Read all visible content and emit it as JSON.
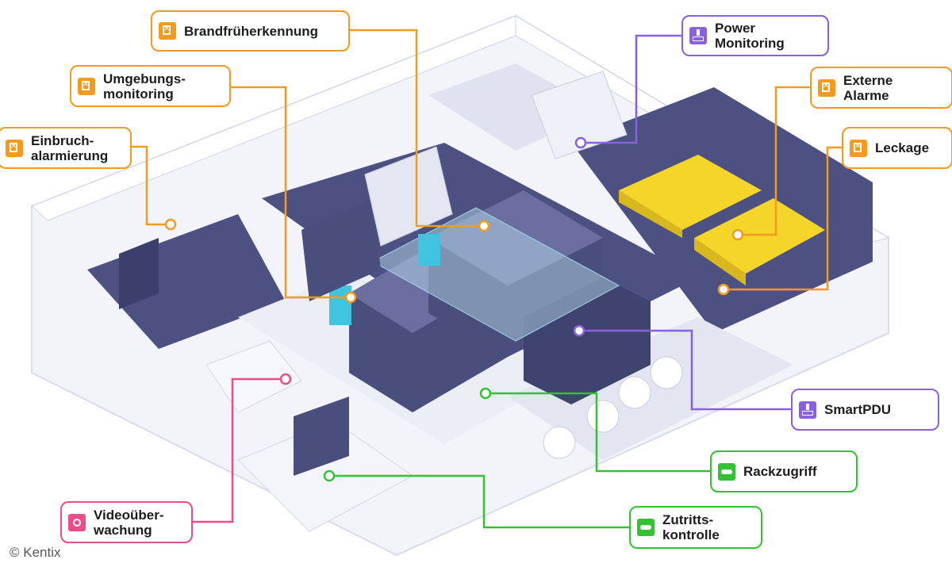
{
  "colors": {
    "fire": "#f39a1f",
    "power": "#8a5fe0",
    "access": "#33c234",
    "video": "#ee4b8a",
    "floor": "#e9ecf5",
    "wall": "#ffffff",
    "rack": "#4a4e7d",
    "dark_floor": "#4d5182",
    "generator": "#f6d52b"
  },
  "callouts": [
    {
      "id": "brand",
      "label": "Brandfrüherkennung",
      "category": "fire",
      "icon": "sensor-icon"
    },
    {
      "id": "umgebung",
      "label": "Umgebungs-\nmonitoring",
      "category": "fire",
      "icon": "sensor-icon"
    },
    {
      "id": "einbruch",
      "label": "Einbruch-\nalarmierung",
      "category": "fire",
      "icon": "sensor-icon"
    },
    {
      "id": "power",
      "label": "Power\nMonitoring",
      "category": "power",
      "icon": "pdu-icon"
    },
    {
      "id": "externe",
      "label": "Externe\nAlarme",
      "category": "fire",
      "icon": "sensor-icon"
    },
    {
      "id": "leckage",
      "label": "Leckage",
      "category": "fire",
      "icon": "sensor-icon"
    },
    {
      "id": "smartpdu",
      "label": "SmartPDU",
      "category": "power",
      "icon": "pdu-icon"
    },
    {
      "id": "rack",
      "label": "Rackzugriff",
      "category": "access",
      "icon": "keycard-icon"
    },
    {
      "id": "zutritt",
      "label": "Zutritts-\nkontrolle",
      "category": "access",
      "icon": "keycard-icon"
    },
    {
      "id": "video",
      "label": "Videoüber-\nwachung",
      "category": "video",
      "icon": "camera-icon"
    }
  ],
  "credit": "© Kentix"
}
